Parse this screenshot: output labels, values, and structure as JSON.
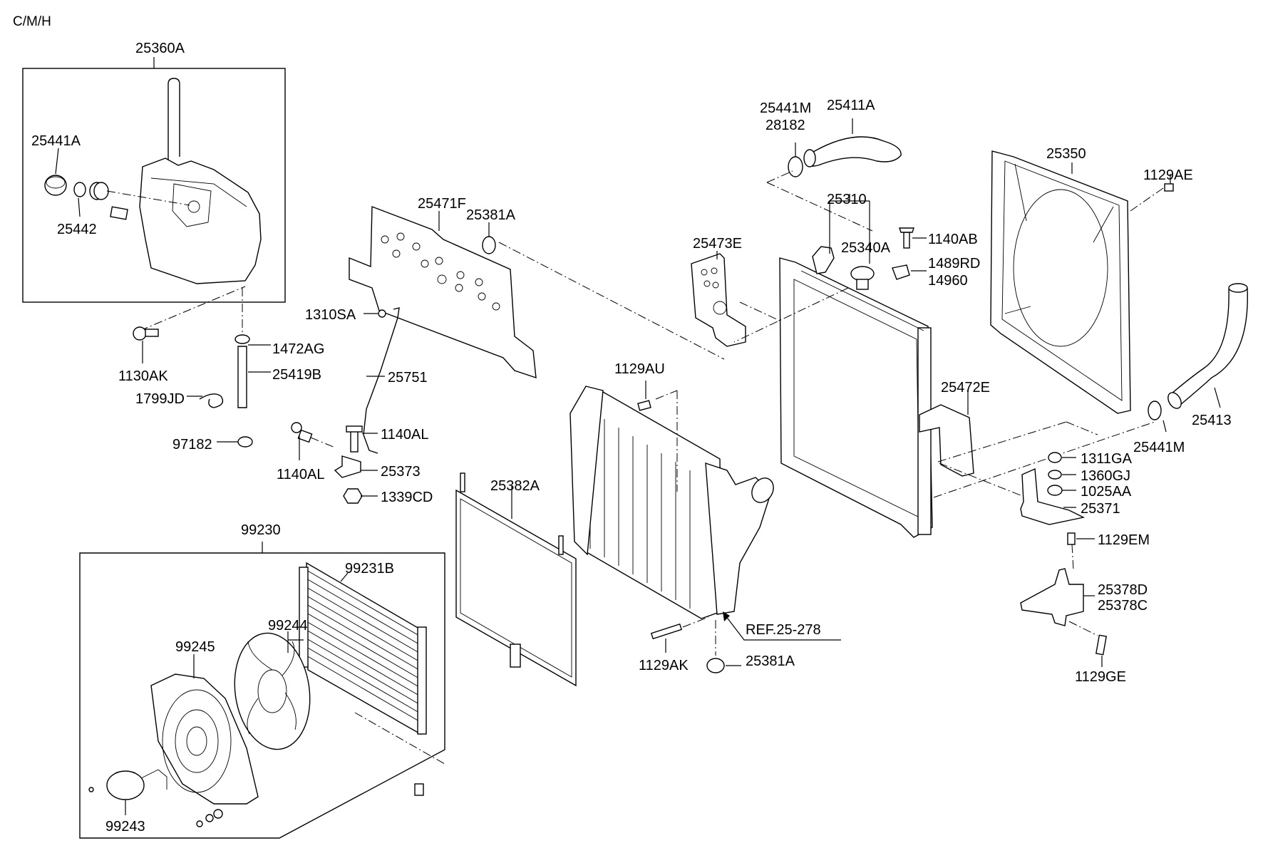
{
  "header": {
    "code": "C/M/H"
  },
  "ref_note": "REF.25-278",
  "parts": {
    "p25360A": "25360A",
    "p25441A": "25441A",
    "p25442": "25442",
    "p1130AK": "1130AK",
    "p1472AG": "1472AG",
    "p25419B": "25419B",
    "p1799JD": "1799JD",
    "p97182": "97182",
    "p25471F": "25471F",
    "p25381A_top": "25381A",
    "p1310SA": "1310SA",
    "p25751": "25751",
    "p1140AL_r": "1140AL",
    "p1140AL_l": "1140AL",
    "p25373": "25373",
    "p1339CD": "1339CD",
    "p25441M_top": "25441M",
    "p28182": "28182",
    "p25411A": "25411A",
    "p25310": "25310",
    "p25340A": "25340A",
    "p1140AB": "1140AB",
    "p1489RD": "1489RD",
    "p14960": "14960",
    "p25473E": "25473E",
    "p25350": "25350",
    "p1129AE": "1129AE",
    "p25413": "25413",
    "p25441M_bot": "25441M",
    "p25472E": "25472E",
    "p1311GA": "1311GA",
    "p1360GJ": "1360GJ",
    "p1025AA": "1025AA",
    "p25371": "25371",
    "p1129EM": "1129EM",
    "p25378D": "25378D",
    "p25378C": "25378C",
    "p1129GE": "1129GE",
    "p1129AU": "1129AU",
    "p25382A": "25382A",
    "p1129AK": "1129AK",
    "p25381A_bot": "25381A",
    "p99230": "99230",
    "p99231B": "99231B",
    "p99244": "99244",
    "p99245": "99245",
    "p99243": "99243"
  }
}
